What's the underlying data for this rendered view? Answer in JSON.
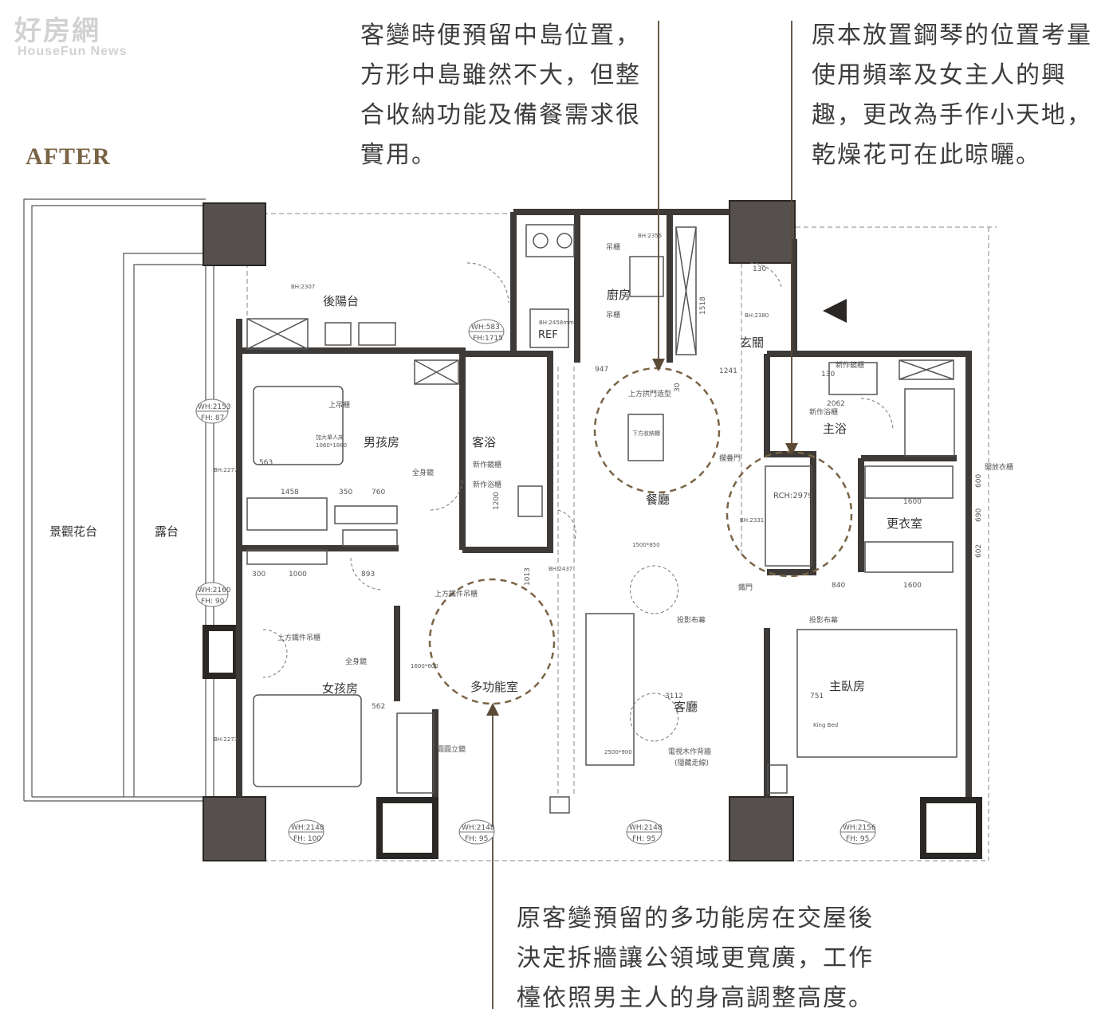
{
  "watermark": {
    "cn": "好房網",
    "en": "HouseFun News"
  },
  "heading": "AFTER",
  "notes": {
    "top_center": [
      "客變時便預留中島位置，",
      "方形中島雖然不大，但整",
      "合收納功能及備餐需求很",
      "實用。"
    ],
    "top_right": [
      "原本放置鋼琴的位置考量",
      "使用頻率及女主人的興",
      "趣，更改為手作小天地，",
      "乾燥花可在此晾曬。"
    ],
    "bottom": [
      "原客變預留的多功能房在交屋後",
      "決定拆牆讓公領域更寬廣，工作",
      "檯依照男主人的身高調整高度。"
    ]
  },
  "rooms": {
    "landscape_planter": "景觀花台",
    "terrace": "露台",
    "back_balcony": "後陽台",
    "kitchen": "廚房",
    "entrance": "玄關",
    "boys_room": "男孩房",
    "guest_bath": "客浴",
    "dining": "餐廳",
    "master_bath": "主浴",
    "walk_in_closet": "更衣室",
    "multi_room": "多功能室",
    "living": "客廳",
    "girls_room": "女孩房",
    "master_bedroom": "主臥房"
  },
  "annotations": {
    "ref": "REF",
    "hanging_cabinet_1": "吊櫃",
    "hanging_cabinet_2": "吊櫃",
    "upper_cabinet": "上吊櫃",
    "full_mirror_1": "全身鏡",
    "full_mirror_2": "全身鏡",
    "new_mirror_cabinet_1": "新作鏡櫃",
    "new_bath_cabinet_1": "新作浴櫃",
    "new_mirror_cabinet_2": "新作鏡櫃",
    "new_bath_cabinet_2": "新作浴櫃",
    "arch_above": "上方拱門造型",
    "island_storage": "下方收納櫃",
    "sliding_door_1": "擱疊門",
    "sliding_door_2": "鐵門",
    "open_wardrobe": "開放衣櫃",
    "upper_iron_hanging": "上方鐵件吊櫃",
    "upper_iron_hanging_2": "上方鐵件吊櫃",
    "projection_screen_1": "投影布幕",
    "projection_screen_2": "投影布幕",
    "tv_wall": "電視木作背牆",
    "tv_wall_sub": "(隱藏走線)",
    "mirror_stand": "圓圓立鏡",
    "king_bed": "King Bed",
    "bed_single": "加大單人床",
    "bed_size": "1060*1880",
    "table_size": "1500*850",
    "sofa_size": "2500*900",
    "wardrobe_size": "1600*600",
    "rch": "RCH:2979"
  },
  "dimensions": {
    "d947": "947",
    "d1241": "1241",
    "d130": "130",
    "d2062": "2062",
    "d563": "563",
    "d1458": "1458",
    "d350": "350",
    "d760": "760",
    "d300": "300",
    "d1000": "1000",
    "d893": "893",
    "d1013": "1013",
    "d1200": "1200",
    "d562": "562",
    "d3112": "3112",
    "d751": "751",
    "d840": "840",
    "d1600a": "1600",
    "d1600b": "1600",
    "d600": "600",
    "d690": "690",
    "d602": "602",
    "d1518": "1518",
    "d30": "30",
    "d1302": "130"
  },
  "heights": {
    "bh2307": "BH:2307",
    "bh2277": "BH:2277",
    "bh2273": "BH:2273",
    "bh2355": "BH:2355",
    "bh2380": "BH:2380",
    "bh2437": "BH:2437",
    "bh2331": "BH:2331",
    "bh2458": "BH:2458mm"
  },
  "window_tags": [
    {
      "wh": "WH:583",
      "fh": "FH:1715"
    },
    {
      "wh": "WH:2153",
      "fh": "FH: 87"
    },
    {
      "wh": "WH:2160",
      "fh": "FH: 90"
    },
    {
      "wh": "WH:2148",
      "fh": "FH: 100"
    },
    {
      "wh": "WH:2148",
      "fh": "FH: 95"
    },
    {
      "wh": "WH:2148",
      "fh": "FH: 95"
    },
    {
      "wh": "WH:2156",
      "fh": "FH: 95"
    }
  ],
  "colors": {
    "column": "#55504d",
    "wall": "#3d3a38",
    "callout": "#7a6446",
    "note_text": "#3d3d3d",
    "line": "#555555"
  }
}
